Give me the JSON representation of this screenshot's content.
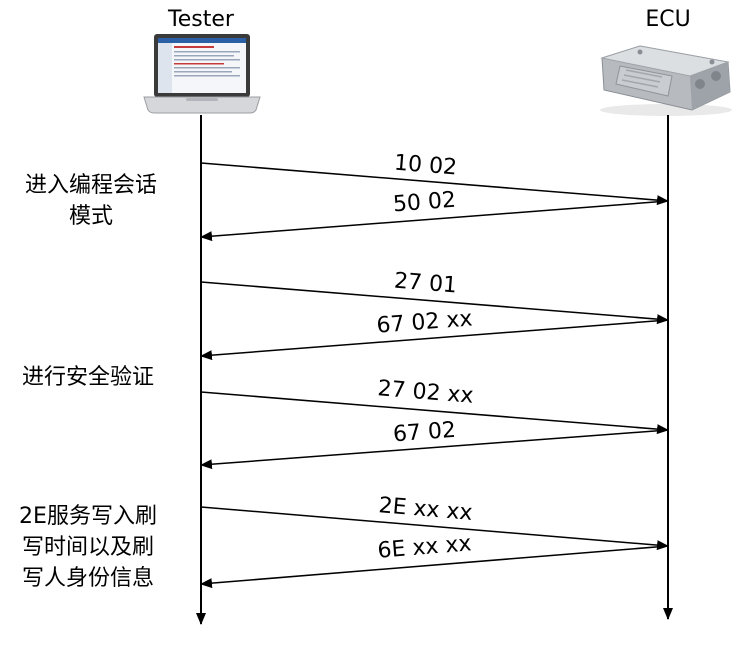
{
  "participants": {
    "tester": {
      "title": "Tester",
      "icon": "laptop-icon"
    },
    "ecu": {
      "title": "ECU",
      "icon": "ecu-module-icon"
    }
  },
  "side_labels": [
    {
      "lines": [
        "进入编程会话",
        "模式"
      ]
    },
    {
      "lines": [
        "进行安全验证"
      ]
    },
    {
      "lines": [
        "2E服务写入刷",
        "写时间以及刷",
        "写人身份信息"
      ]
    }
  ],
  "messages": [
    {
      "text": "10 02",
      "from": "tester",
      "to": "ecu"
    },
    {
      "text": "50 02",
      "from": "ecu",
      "to": "tester"
    },
    {
      "text": "27 01",
      "from": "tester",
      "to": "ecu"
    },
    {
      "text": "67 02 xx",
      "from": "ecu",
      "to": "tester"
    },
    {
      "text": "27 02 xx",
      "from": "tester",
      "to": "ecu"
    },
    {
      "text": "67 02",
      "from": "ecu",
      "to": "tester"
    },
    {
      "text": "2E xx xx",
      "from": "tester",
      "to": "ecu"
    },
    {
      "text": "6E xx xx",
      "from": "ecu",
      "to": "tester"
    }
  ]
}
